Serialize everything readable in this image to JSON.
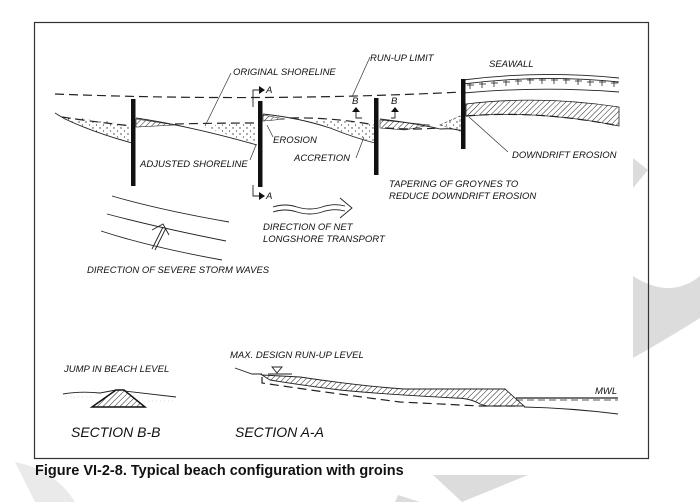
{
  "figure": {
    "caption": "Figure VI-2-8.  Typical beach configuration with groins",
    "colors": {
      "ink": "#111111",
      "frame": "#333333",
      "watermark": "#d9d9d9"
    }
  },
  "plan_view": {
    "labels": {
      "original_shoreline": "ORIGINAL SHORELINE",
      "run_up_limit": "RUN-UP LIMIT",
      "seawall": "SEAWALL",
      "erosion": "EROSION",
      "accretion": "ACCRETION",
      "adjusted_shoreline": "ADJUSTED SHORELINE",
      "downdrift_erosion": "DOWNDRIFT EROSION",
      "tapering_line1": "TAPERING OF GROYNES TO",
      "tapering_line2": "REDUCE DOWNDRIFT EROSION",
      "net_transport_line1": "DIRECTION OF NET",
      "net_transport_line2": "LONGSHORE TRANSPORT",
      "storm_waves": "DIRECTION OF SEVERE STORM WAVES",
      "section_a_top": "A",
      "section_a_bottom": "A",
      "section_b_left": "B",
      "section_b_right": "B"
    }
  },
  "section_bb": {
    "note": "JUMP IN BEACH LEVEL",
    "title": "SECTION B-B"
  },
  "section_aa": {
    "note": "MAX. DESIGN RUN-UP LEVEL",
    "water_level": "MWL",
    "title": "SECTION A-A"
  }
}
